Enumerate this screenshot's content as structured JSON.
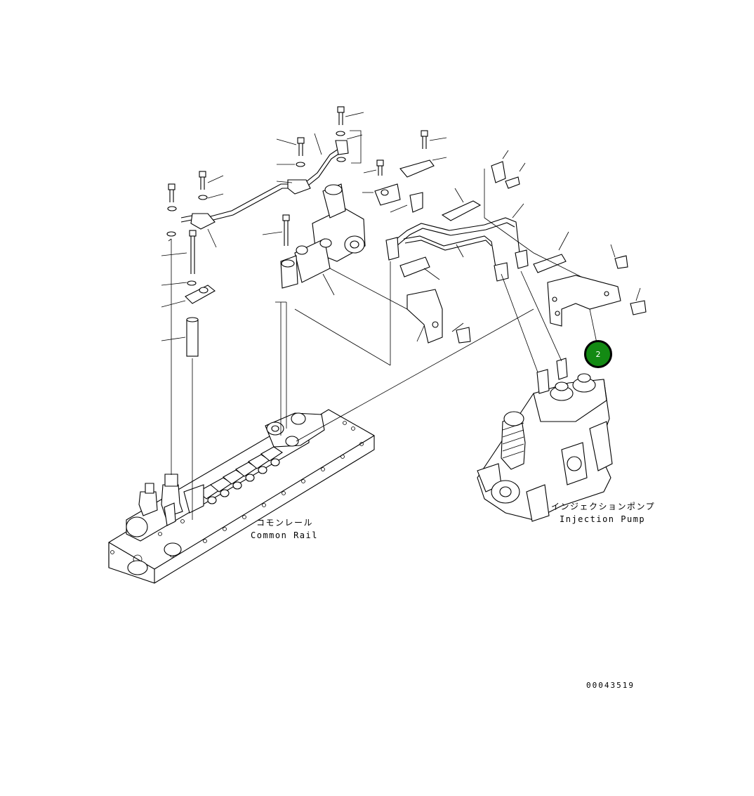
{
  "labels": {
    "common_rail_jp": "コモンレール",
    "common_rail_en": "Common Rail",
    "injection_pump_jp": "インジェクションポンプ",
    "injection_pump_en": "Injection Pump",
    "figure_id": "00043519"
  },
  "callouts": [
    {
      "number": "2"
    }
  ],
  "colors": {
    "callout_fill": "#138a13",
    "line": "#000000",
    "background": "#ffffff"
  }
}
